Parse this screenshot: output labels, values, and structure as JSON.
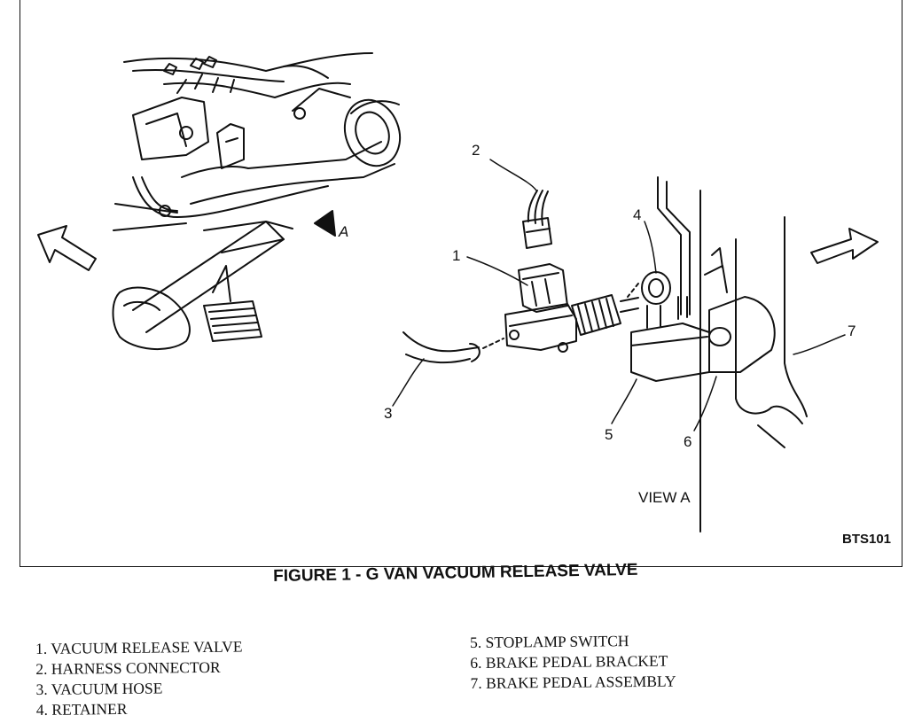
{
  "callouts": {
    "c1": "1",
    "c2": "2",
    "c3": "3",
    "c4": "4",
    "c5": "5",
    "c6": "6",
    "c7": "7",
    "a": "A"
  },
  "view_label": "VIEW A",
  "figure_code": "BTS101",
  "caption": "FIGURE 1 - G VAN VACUUM RELEASE VALVE",
  "legend": {
    "left": [
      "1. VACUUM RELEASE VALVE",
      "2. HARNESS CONNECTOR",
      "3. VACUUM HOSE",
      "4. RETAINER"
    ],
    "right": [
      "5. STOPLAMP SWITCH",
      "6. BRAKE PEDAL BRACKET",
      "7. BRAKE PEDAL ASSEMBLY"
    ]
  }
}
